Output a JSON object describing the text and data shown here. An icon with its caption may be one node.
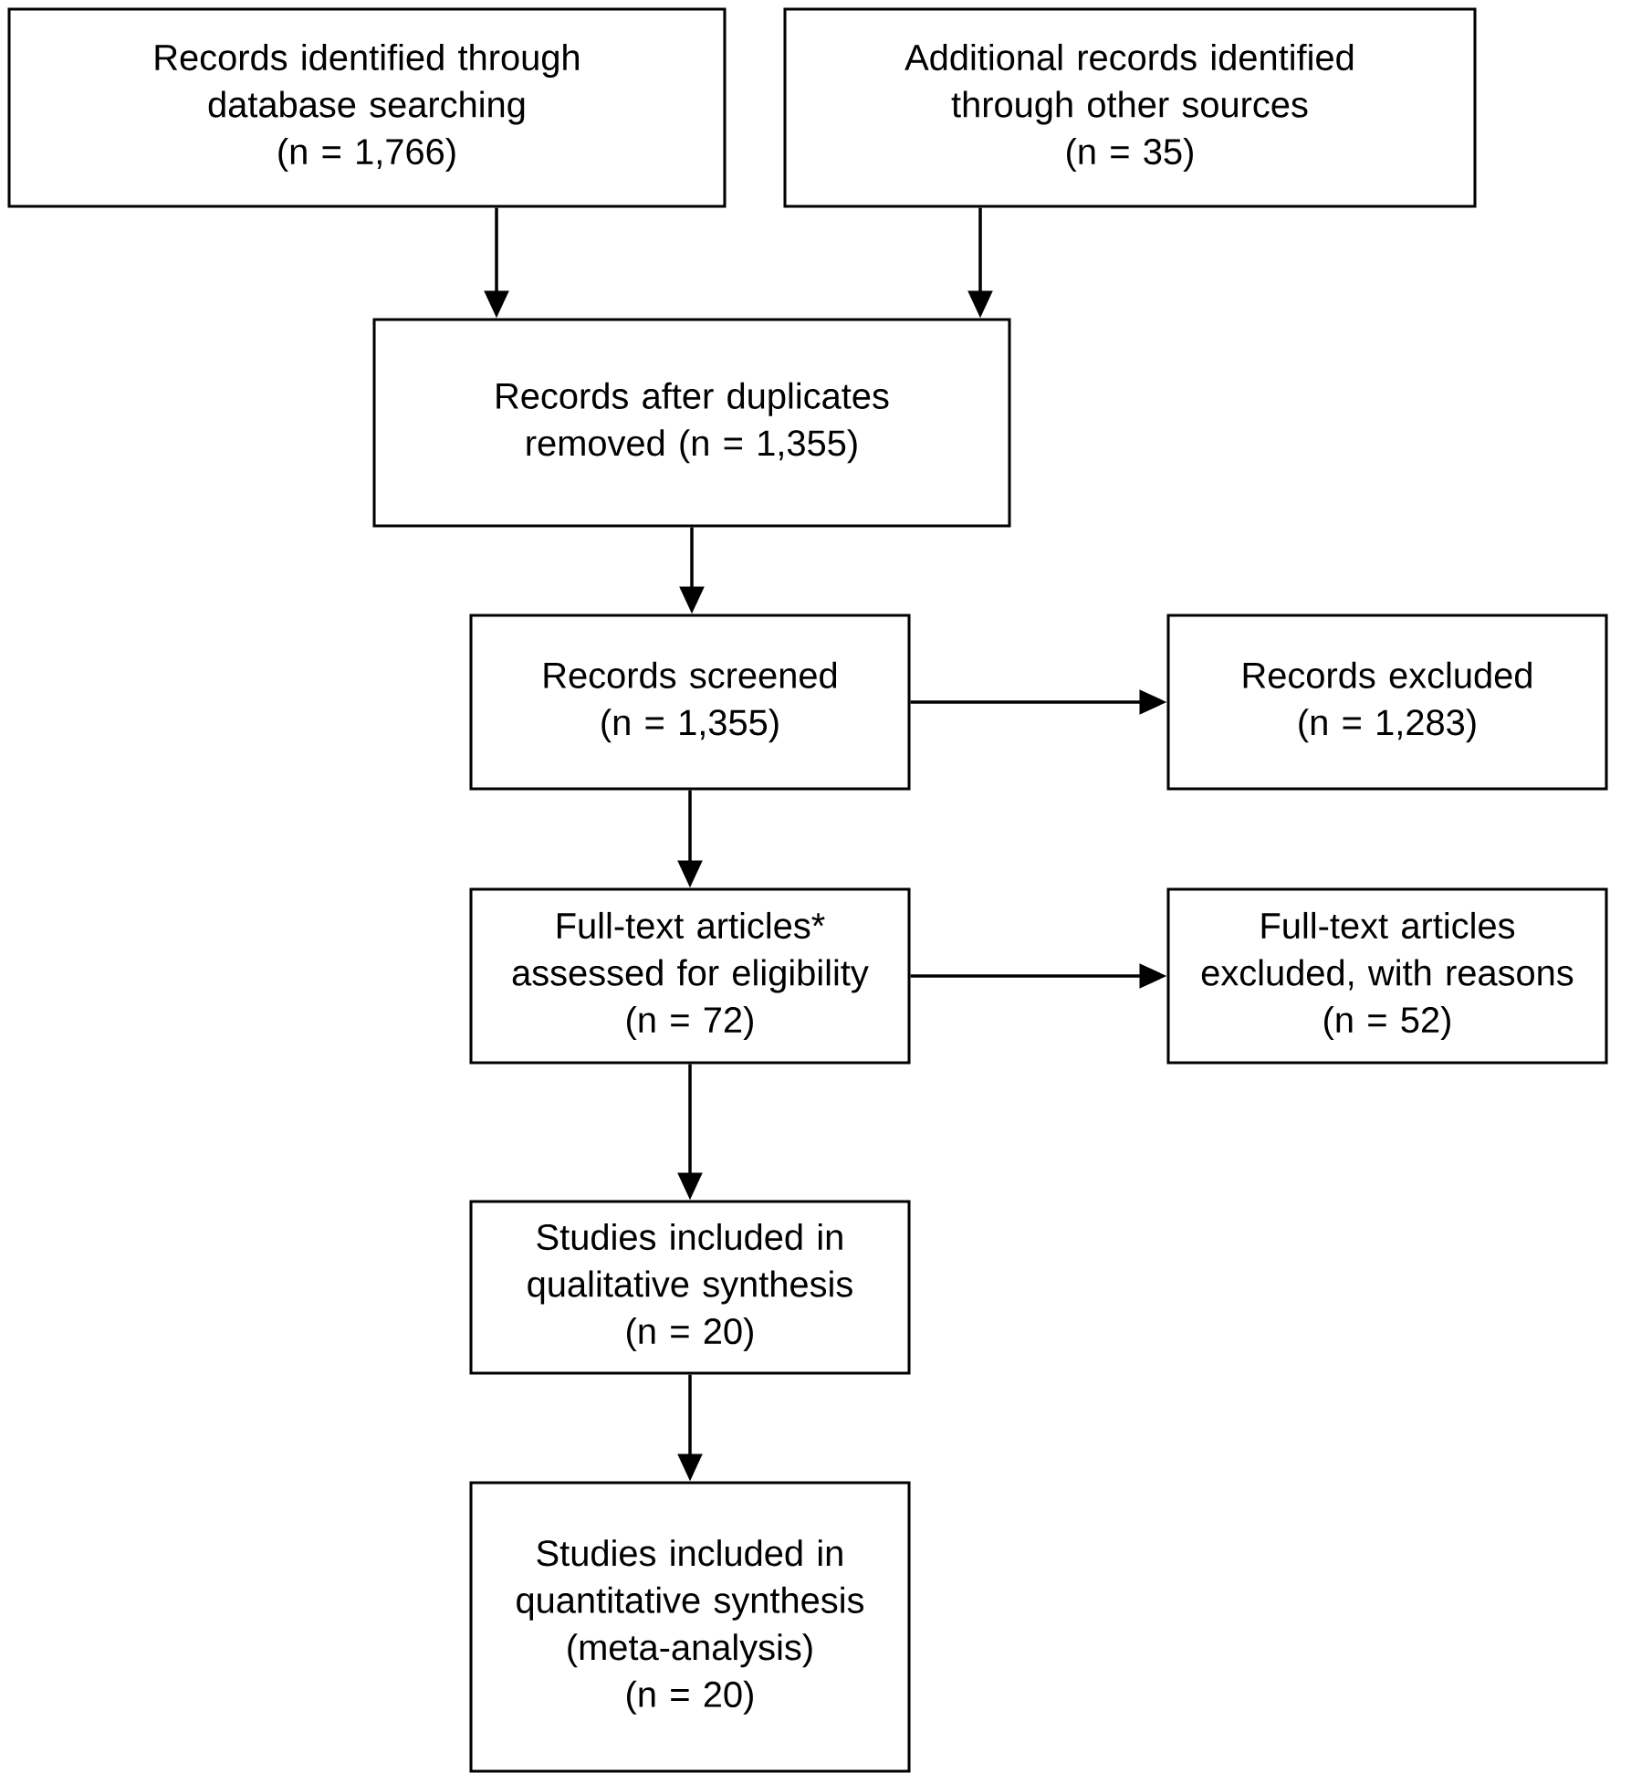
{
  "diagram": {
    "nodes": [
      {
        "text": [
          "Records identified through database searching",
          "(n = 1,766)"
        ]
      },
      {
        "text": [
          "Additional records identified through other sources",
          "(n = 35)"
        ]
      },
      {
        "text": [
          "Records after duplicates removed (n = 1,355)"
        ]
      },
      {
        "text": [
          "Records screened",
          "(n = 1,355)"
        ]
      },
      {
        "text": [
          "Records excluded",
          "(n = 1,283)"
        ]
      },
      {
        "text": [
          "Full-text articles* assessed for eligibility",
          "(n = 72)"
        ]
      },
      {
        "text": [
          "Full-text articles excluded, with reasons",
          "(n = 52)"
        ]
      },
      {
        "text": [
          "Studies included in qualitative synthesis",
          "(n = 20)"
        ]
      },
      {
        "text": [
          "Studies included in quantitative synthesis (meta-analysis)",
          "(n = 20)"
        ]
      }
    ],
    "edges": [
      {
        "from": 0,
        "to": 2,
        "arrow": "to"
      },
      {
        "from": 1,
        "to": 2,
        "arrow": "to"
      },
      {
        "from": 2,
        "to": 3,
        "arrow": "to"
      },
      {
        "from": 3,
        "to": 4,
        "arrow": "to"
      },
      {
        "from": 3,
        "to": 5,
        "arrow": "to"
      },
      {
        "from": 5,
        "to": 6,
        "arrow": "to"
      },
      {
        "from": 5,
        "to": 7,
        "arrow": "to"
      },
      {
        "from": 7,
        "to": 8,
        "arrow": "to"
      }
    ]
  }
}
